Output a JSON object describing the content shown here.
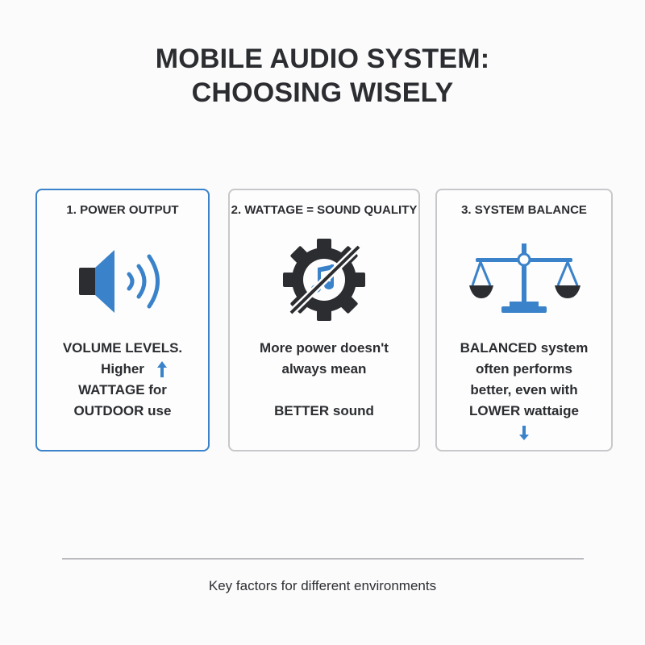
{
  "title": {
    "line1": "MOBILE AUDIO SYSTEM:",
    "line2": "CHOOSING WISELY"
  },
  "cards": [
    {
      "heading": "1. POWER OUTPUT",
      "icon": "speaker-icon",
      "lines": [
        "VOLUME LEVELS.",
        "Higher",
        "WATTAGE for",
        "OUTDOOR use"
      ],
      "indicator": "up-arrow-icon"
    },
    {
      "heading": "2. WATTAGE = SOUND QUALITY",
      "icon": "gear-music-crossed-icon",
      "lines": [
        "More power doesn't",
        "always mean",
        "",
        "BETTER sound"
      ]
    },
    {
      "heading": "3. SYSTEM BALANCE",
      "icon": "balance-scale-icon",
      "lines": [
        "BALANCED system",
        "often performs",
        "better, even with",
        "LOWER wattaige"
      ],
      "indicator": "down-arrow-icon"
    }
  ],
  "footer": "Key factors for different environments",
  "colors": {
    "accent": "#3a82c9",
    "dark": "#2b2d31",
    "border": "#c7c8cb"
  }
}
